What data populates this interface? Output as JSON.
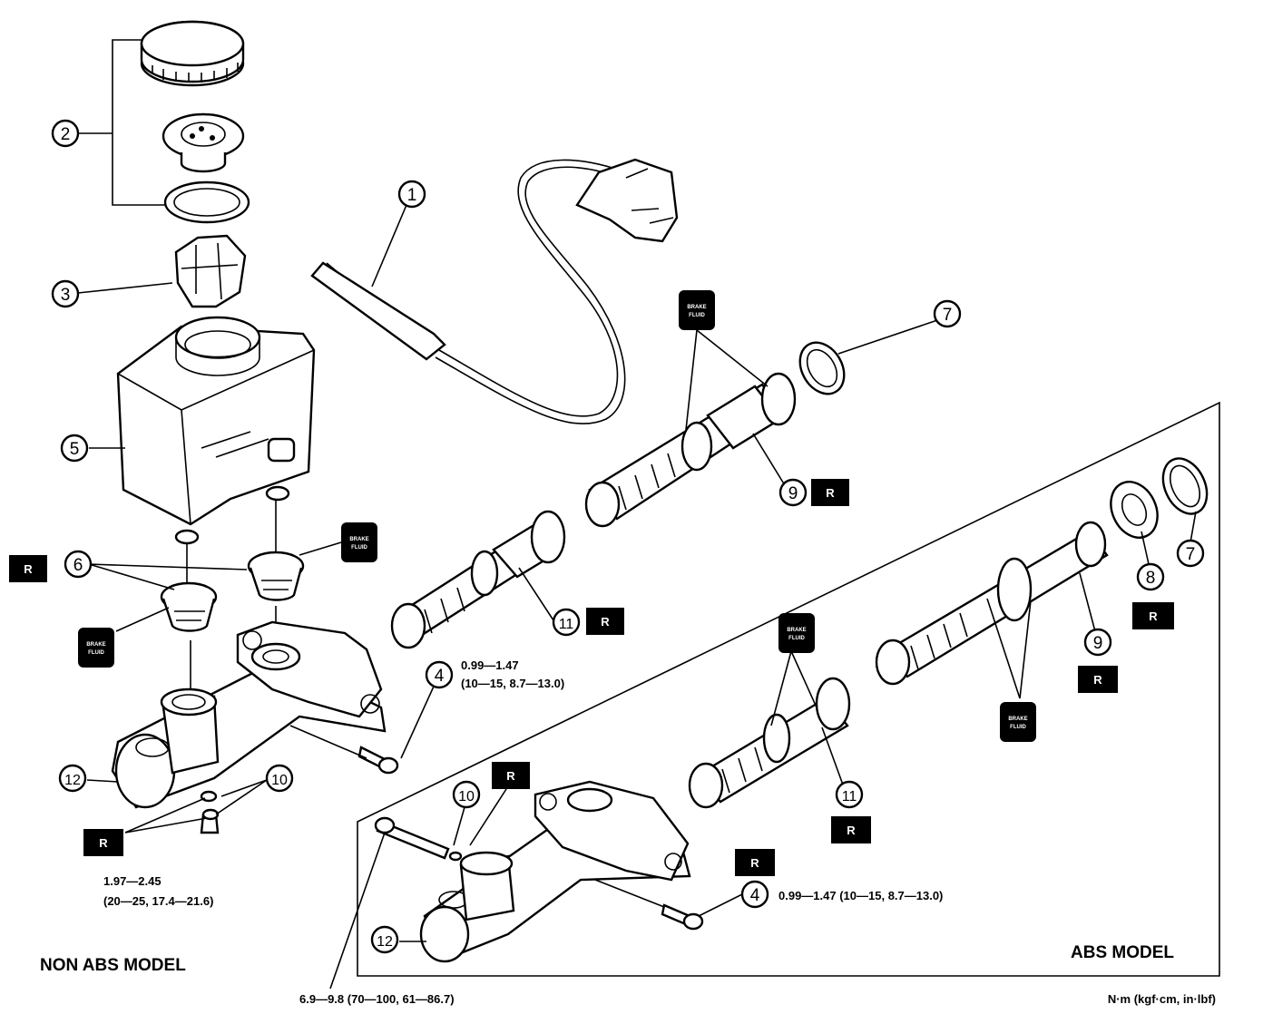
{
  "callouts": {
    "c1": "1",
    "c2": "2",
    "c3": "3",
    "c4": "4",
    "c4b": "4",
    "c5": "5",
    "c6": "6",
    "c7": "7",
    "c7b": "7",
    "c8": "8",
    "c9": "9",
    "c9b": "9",
    "c10": "10",
    "c10b": "10",
    "c11": "11",
    "c11b": "11",
    "c12": "12",
    "c12b": "12"
  },
  "replace_badge": "R",
  "brake_fluid_badge": {
    "line1": "BRAKE",
    "line2": "FLUID"
  },
  "specs": {
    "non_abs_bolt_line1": "0.99—1.47",
    "non_abs_bolt_line2": "(10—15, 8.7—13.0)",
    "non_abs_stop_line1": "1.97—2.45",
    "non_abs_stop_line2": "(20—25, 17.4—21.6)",
    "abs_bolt": "0.99—1.47 (10—15, 8.7—13.0)",
    "abs_stop": "6.9—9.8 (70—100, 61—86.7)",
    "units": "N·m (kgf·cm, in·lbf)"
  },
  "labels": {
    "non_abs_model": "NON ABS MODEL",
    "abs_model": "ABS MODEL"
  }
}
